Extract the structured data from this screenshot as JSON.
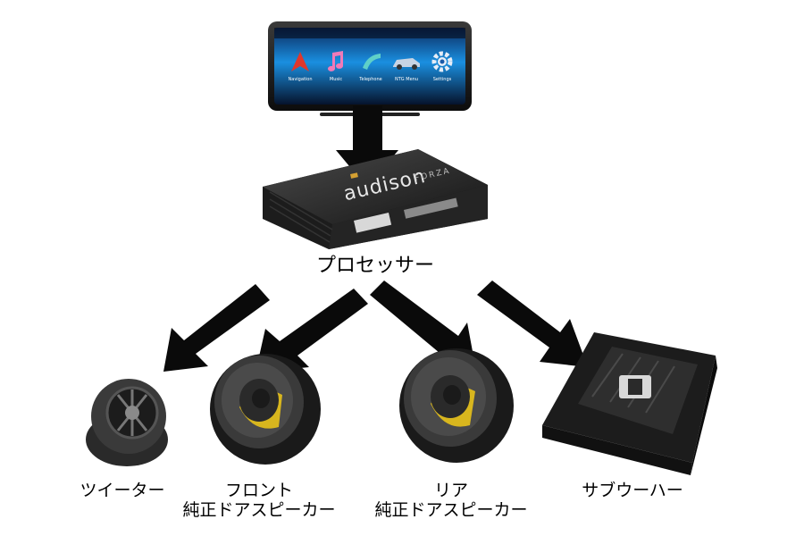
{
  "head_unit": {
    "apps": [
      {
        "label": "Navigation",
        "icon": "navigation-arrow-icon"
      },
      {
        "label": "Music",
        "icon": "music-note-icon"
      },
      {
        "label": "Telephone",
        "icon": "telephone-icon"
      },
      {
        "label": "NTG Menu",
        "icon": "car-icon"
      },
      {
        "label": "Settings",
        "icon": "gear-icon"
      }
    ]
  },
  "processor": {
    "brand": "audison",
    "model": "FORZA",
    "caption": "プロセッサー"
  },
  "components": [
    {
      "id": "tweeter",
      "lines": [
        "ツイーター"
      ]
    },
    {
      "id": "front",
      "lines": [
        "フロント",
        "純正ドアスピーカー"
      ]
    },
    {
      "id": "rear",
      "lines": [
        "リア",
        "純正ドアスピーカー"
      ]
    },
    {
      "id": "subwoofer",
      "lines": [
        "サブウーハー"
      ]
    }
  ],
  "colors": {
    "arrow": "#0a0a0a",
    "screen_blue": "#1a8fe0",
    "cone_yellow": "#e8c21a"
  }
}
